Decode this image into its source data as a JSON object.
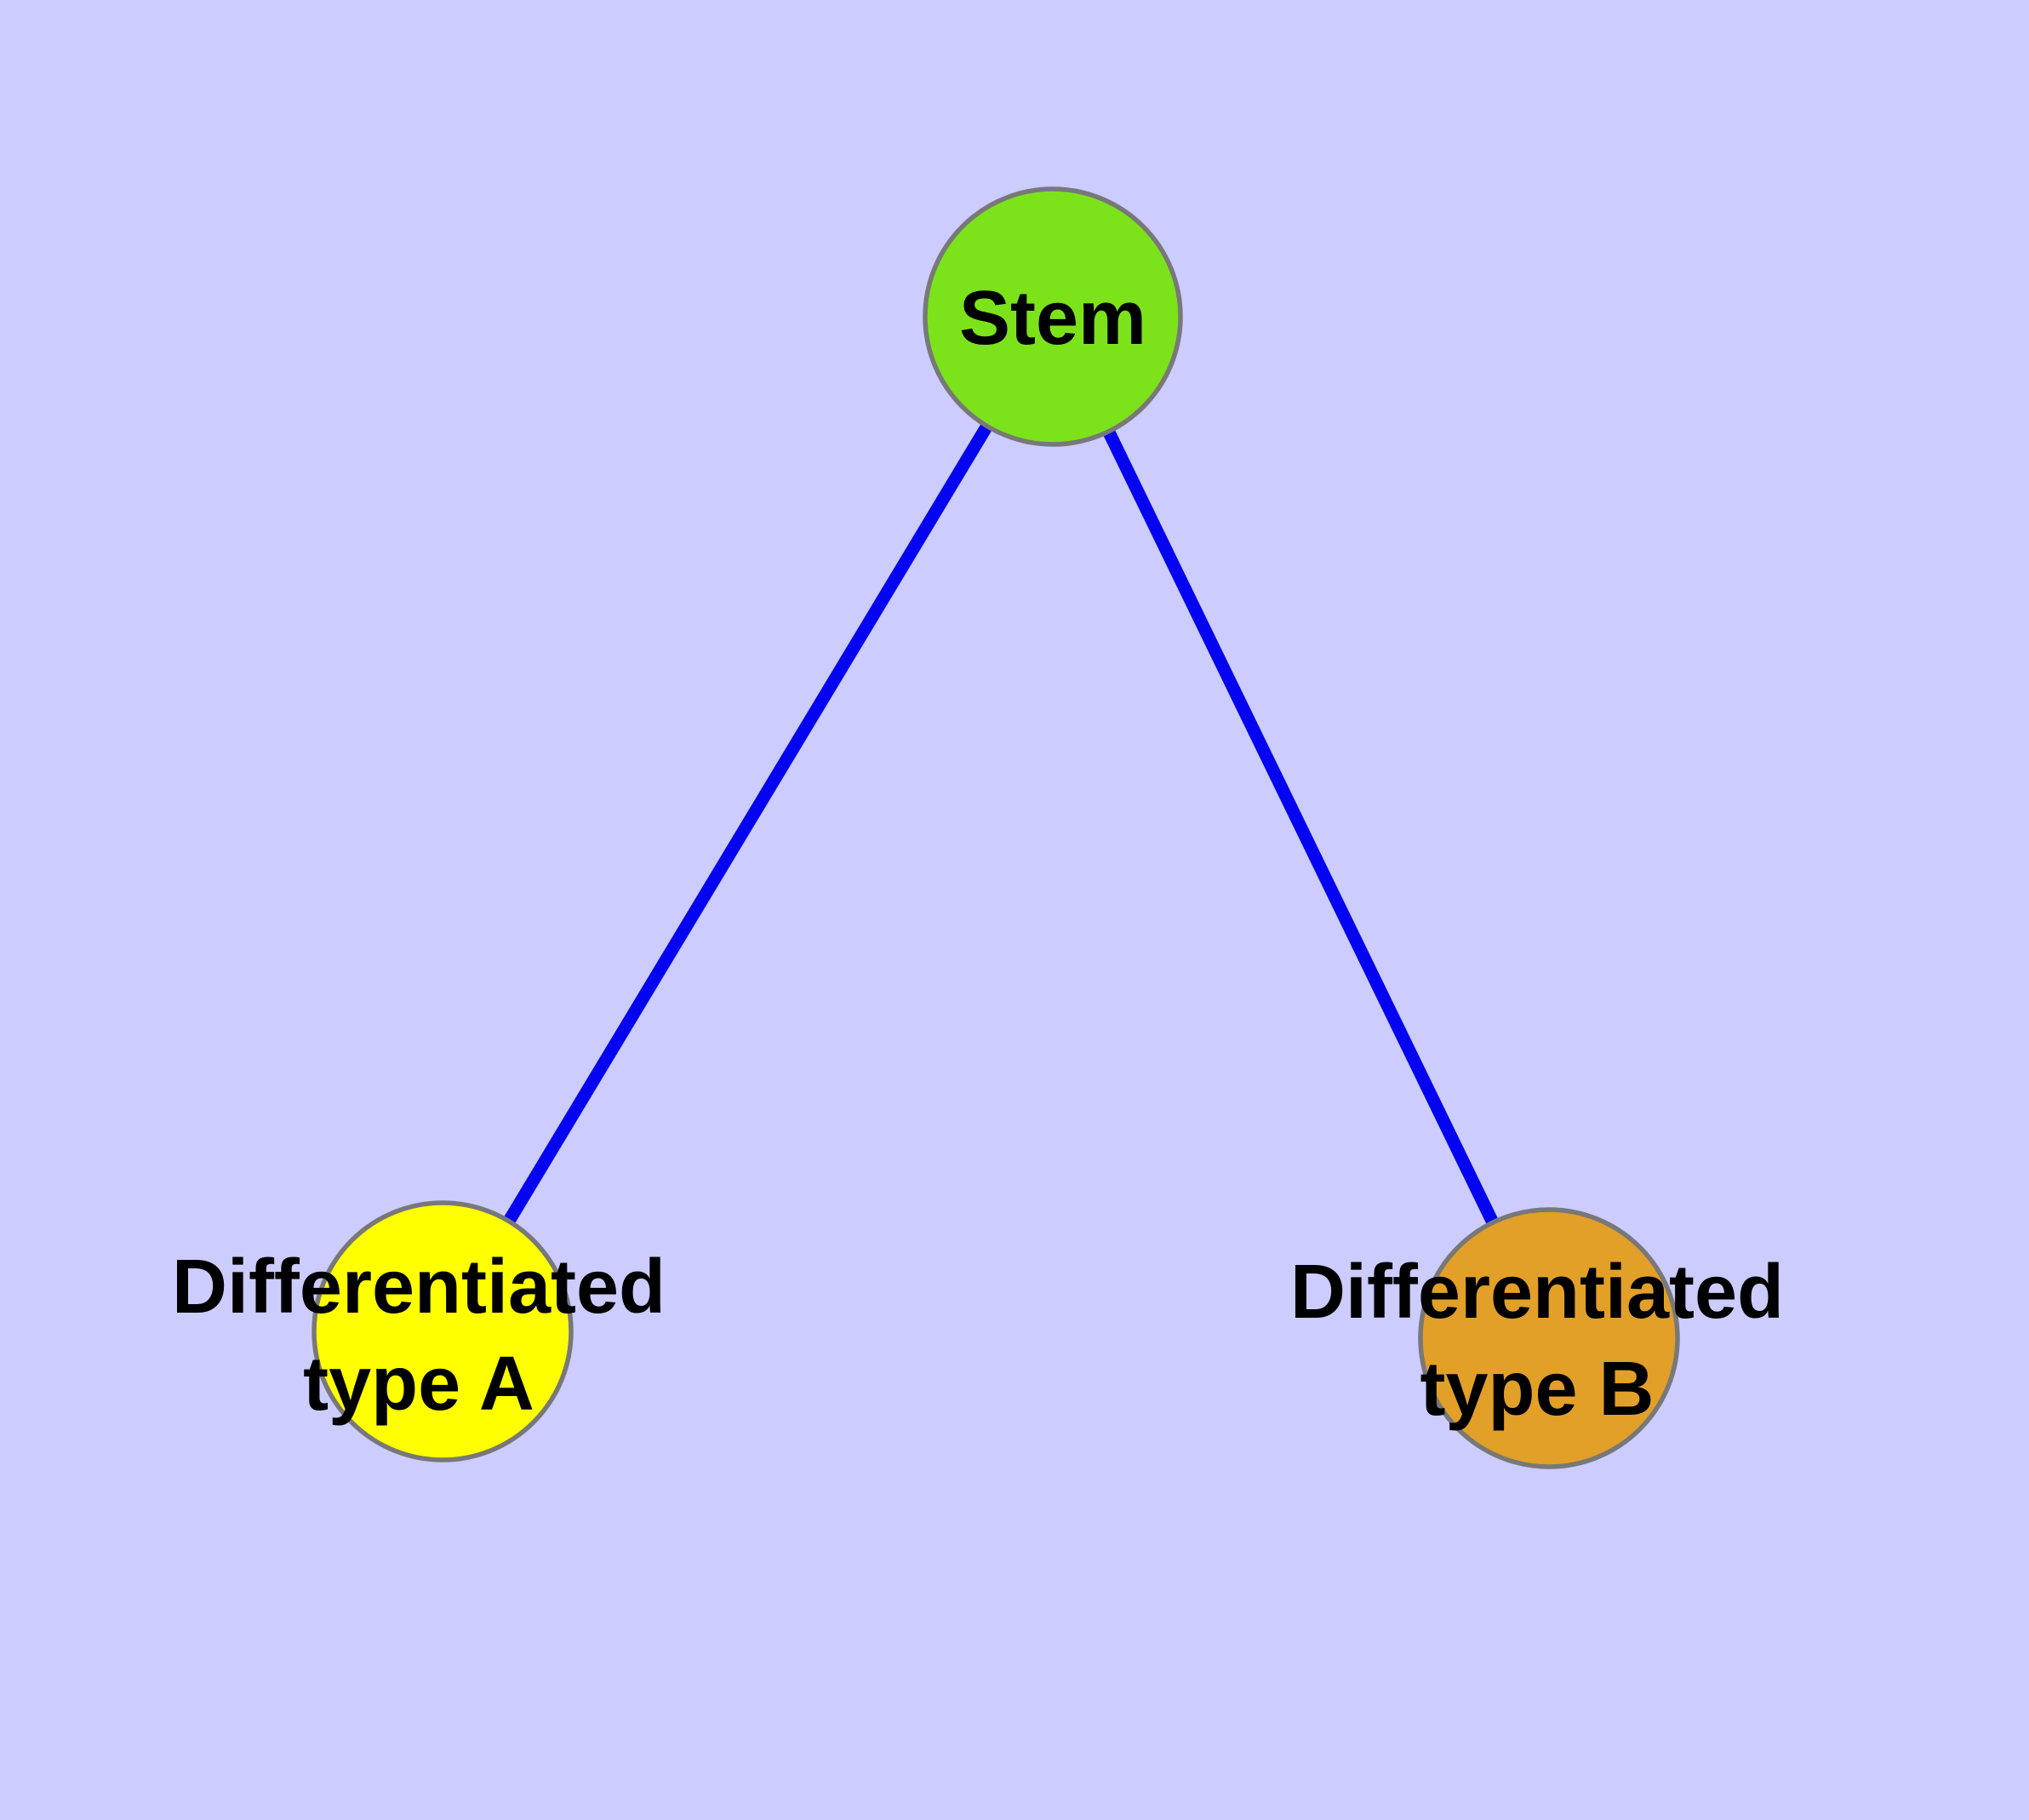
{
  "diagram": {
    "background_color": "#CCCCFF",
    "edge_color": "#0404F0",
    "node_border_color": "#787878",
    "label_color": "#000000",
    "nodes": [
      {
        "id": "stem",
        "label": "Stem",
        "label_lines": [
          "Stem"
        ],
        "color": "#7CE31A"
      },
      {
        "id": "differentiated-type-a",
        "label": "Differentiated type A",
        "label_lines": [
          "Differentiated",
          "type A"
        ],
        "color": "#FFFF00"
      },
      {
        "id": "differentiated-type-b",
        "label": "Differentiated type B",
        "label_lines": [
          "Differentiated",
          "type B"
        ],
        "color": "#E2A028"
      }
    ],
    "edges": [
      {
        "from": "stem",
        "to": "differentiated-type-a"
      },
      {
        "from": "stem",
        "to": "differentiated-type-b"
      }
    ]
  }
}
